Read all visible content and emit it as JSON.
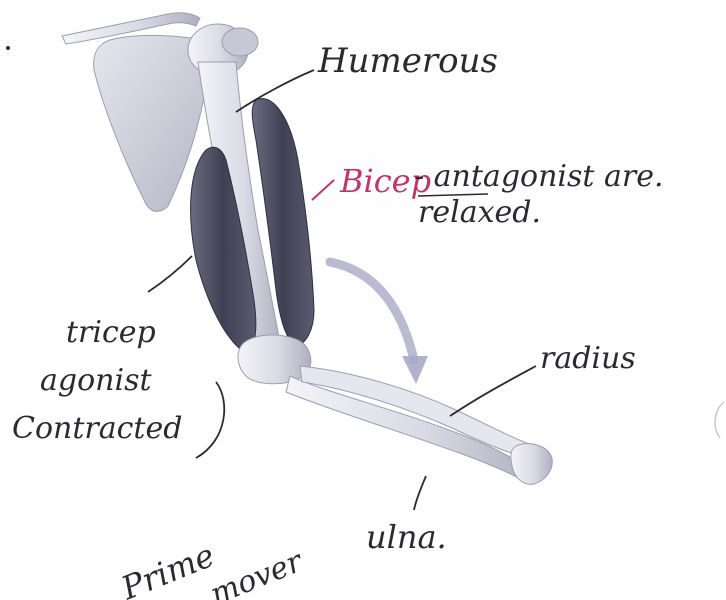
{
  "diagram": {
    "labels": {
      "humerus": "Humerous",
      "bicep": "Bicep",
      "antagonist_line1": "- antagonist are.",
      "antagonist_line2": "relaxed.",
      "tricep_line1": "tricep",
      "tricep_line2": "agonist",
      "tricep_line3": "Contracted",
      "radius": "radius",
      "ulna": "ulna.",
      "prime_line1": "Prime",
      "prime_line2": "mover"
    },
    "colors": {
      "ink": "#2a2a33",
      "bicep_ink": "#c0356b",
      "bone": "#d9dae4",
      "bone_shadow": "#b9bbc9",
      "muscle": "#4a4b5e",
      "scapula": "#c9cad6",
      "arrow": "#a9aac6"
    }
  }
}
